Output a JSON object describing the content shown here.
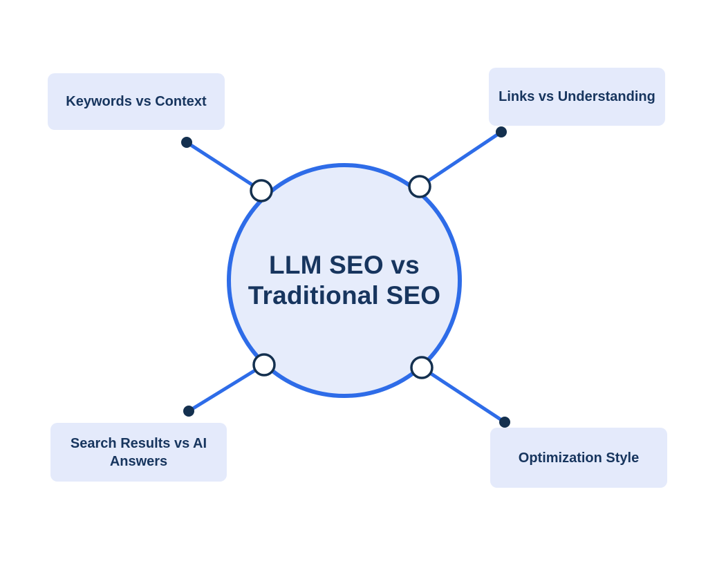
{
  "center": {
    "title": "LLM SEO vs Traditional SEO",
    "lines": [
      "LLM SEO vs",
      "Traditional SEO"
    ]
  },
  "nodes": [
    {
      "label": "Keywords vs Context"
    },
    {
      "label": "Links vs Understanding"
    },
    {
      "label": "Search Results vs AI Answers"
    },
    {
      "label": "Optimization Style"
    }
  ],
  "colors": {
    "accent": "#2e6ce8",
    "circle_fill": "#e6ecfb",
    "node_fill": "#e4eafb",
    "navy": "#17355e",
    "dot": "#14304f",
    "anchor_fill": "#ffffff",
    "background": "#ffffff"
  }
}
